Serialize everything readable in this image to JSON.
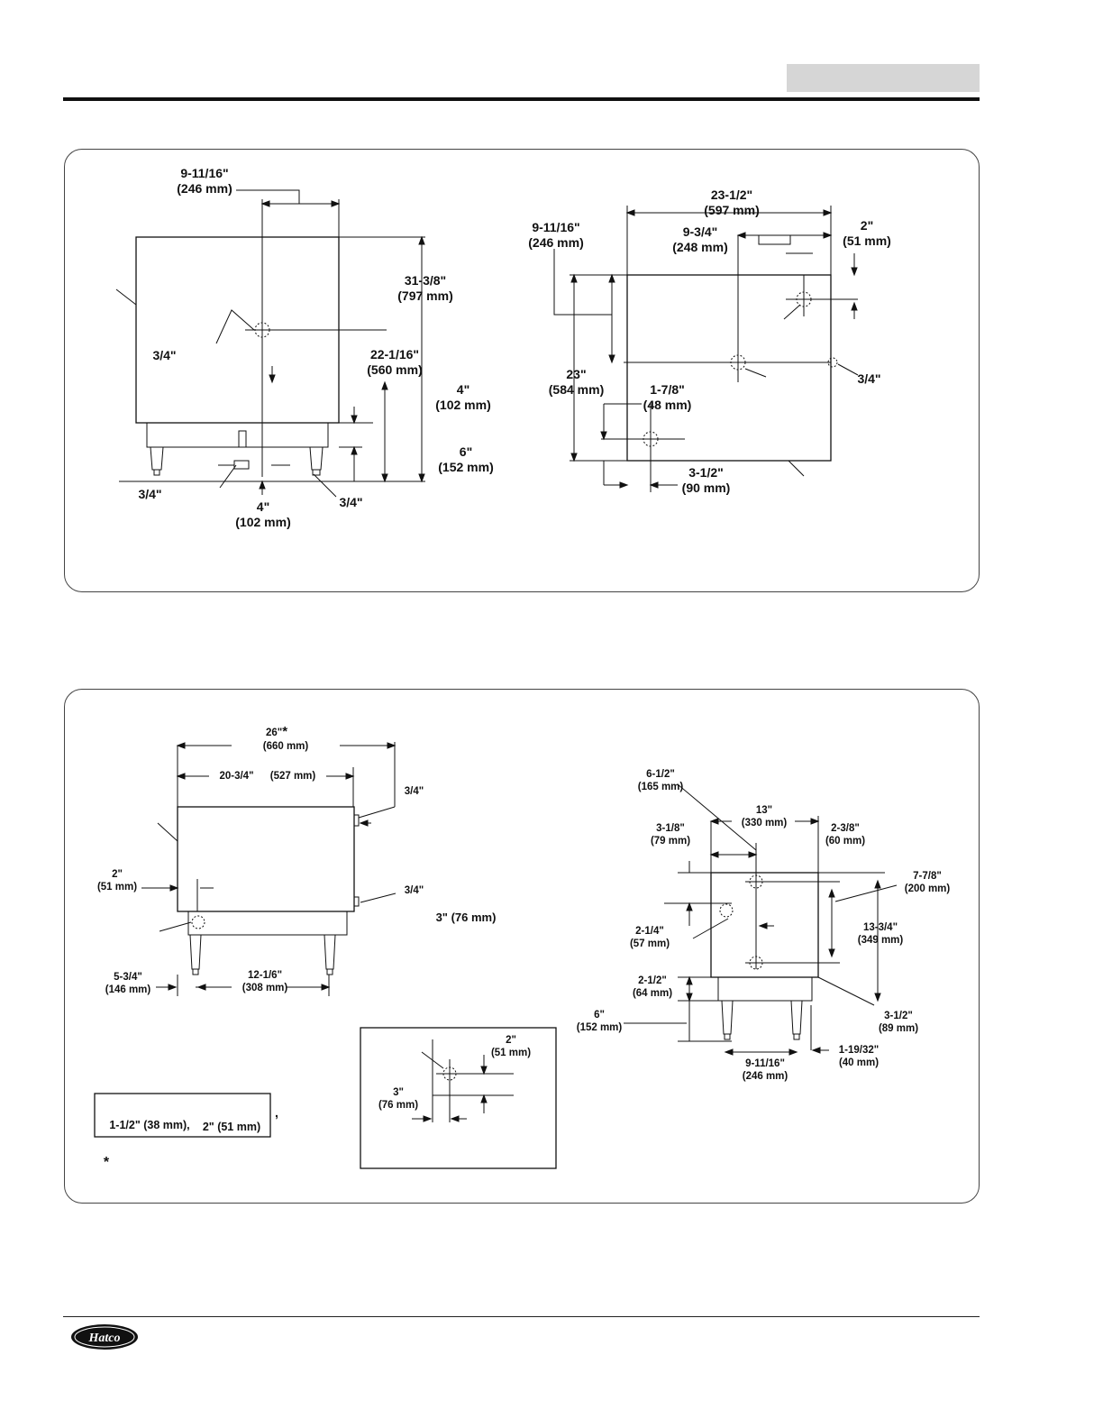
{
  "header": {
    "section_tab": ""
  },
  "figure1": {
    "front_view": {
      "center_width": "9-11/16\"\n(246 mm)",
      "height_overall": "31-3/8\"\n(797 mm)",
      "inlet_height": "22-1/16\"\n(560 mm)",
      "base_to_floor": "4\"\n(102 mm)",
      "leg_height": "6\"\n(152 mm)",
      "fitting_left_upper": "3/4\"",
      "fitting_bottom_left": "3/4\"",
      "fitting_bottom_right": "3/4\"",
      "drain_offset": "4\"\n(102 mm)"
    },
    "top_view": {
      "overall_width": "23-1/2\"\n(597 mm)",
      "inlet_offset": "9-3/4\"\n(248 mm)",
      "edge_offset": "2\"\n(51 mm)",
      "side_offset": "9-11/16\"\n(246 mm)",
      "depth": "23\"\n(584 mm)",
      "drain_offset": "1-7/8\"\n(48 mm)",
      "front_offset": "3-1/2\"\n(90 mm)",
      "fitting_right": "3/4\""
    }
  },
  "figure2": {
    "side_view": {
      "overall_width": "26\"",
      "overall_width_mark": "*",
      "overall_width_mm": "(660 mm)",
      "body_width": "20-3/4\"",
      "body_width_mm": "(527 mm)",
      "fitting_top": "3/4\"",
      "fitting_bottom": "3/4\"",
      "drain_height": "2\"\n(51 mm)",
      "leg_offset": "5-3/4\"\n(146 mm)",
      "leg_spacing": "12-1/6\"\n(308 mm)",
      "clearance": "3\" (76 mm)"
    },
    "front_view": {
      "offset_a": "6-1/2\"\n(165 mm)",
      "width": "13\"\n(330 mm)",
      "offset_b": "3-1/8\"\n(79 mm)",
      "offset_c": "2-3/8\"\n(60 mm)",
      "height_a": "7-7/8\"\n(200 mm)",
      "height_b": "13-3/4\"\n(349 mm)",
      "offset_d": "2-1/4\"\n(57 mm)",
      "base": "2-1/2\"\n(64 mm)",
      "leg": "6\"\n(152 mm)",
      "offset_e": "3-1/2\"\n(89 mm)",
      "leg_spacing": "9-11/16\"\n(246 mm)",
      "leg_inset": "1-19/32\"\n(40 mm)"
    },
    "detail": {
      "vertical": "2\"\n(51 mm)",
      "horizontal": "3\"\n(76 mm)"
    },
    "note": {
      "sizes_a": "1-1/2\" (38 mm),",
      "sizes_b": "2\" (51 mm)",
      "comma": ",",
      "asterisk": "*"
    }
  },
  "footer": {
    "logo": "Hatco"
  }
}
